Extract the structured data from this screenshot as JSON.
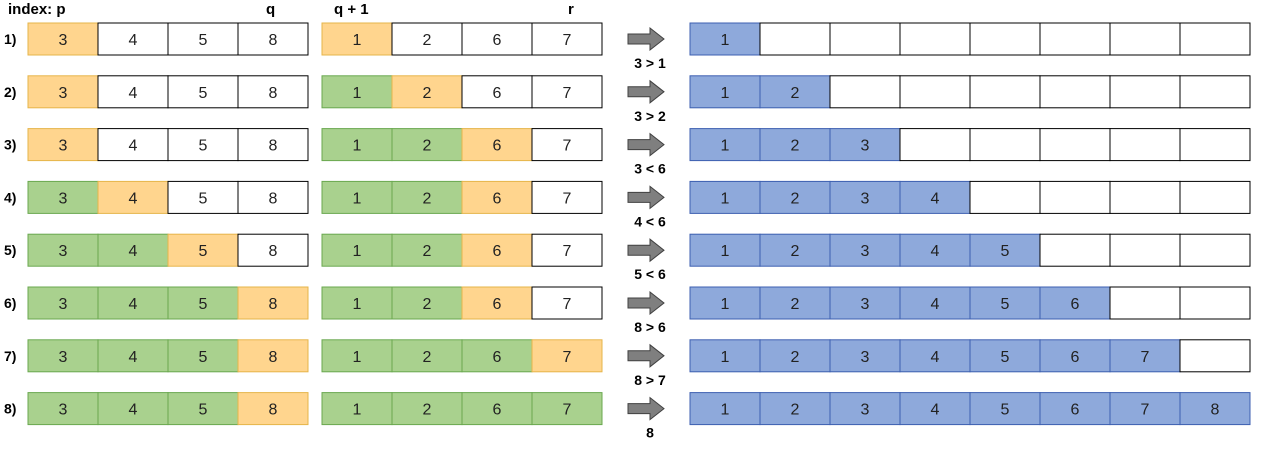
{
  "headers": {
    "index_p": "index: p",
    "q": "q",
    "q_plus_1": "q + 1",
    "r": "r"
  },
  "colors": {
    "current": "#ffd58e",
    "current_border": "#e6b54a",
    "done": "#a9d18e",
    "done_border": "#6aa84f",
    "result": "#8ea9db",
    "result_border": "#3c5fb0",
    "empty_border": "#000000",
    "arrow_fill": "#7f7f7f",
    "arrow_stroke": "#404040"
  },
  "left_values": [
    "3",
    "4",
    "5",
    "8"
  ],
  "right_values": [
    "1",
    "2",
    "6",
    "7"
  ],
  "result_values": [
    "1",
    "2",
    "3",
    "4",
    "5",
    "6",
    "7",
    "8"
  ],
  "steps": [
    {
      "label": "1)",
      "left_states": [
        "current",
        "plain",
        "plain",
        "plain"
      ],
      "right_states": [
        "current",
        "plain",
        "plain",
        "plain"
      ],
      "filled": 1,
      "comparison": "3 > 1"
    },
    {
      "label": "2)",
      "left_states": [
        "current",
        "plain",
        "plain",
        "plain"
      ],
      "right_states": [
        "done",
        "current",
        "plain",
        "plain"
      ],
      "filled": 2,
      "comparison": "3 > 2"
    },
    {
      "label": "3)",
      "left_states": [
        "current",
        "plain",
        "plain",
        "plain"
      ],
      "right_states": [
        "done",
        "done",
        "current",
        "plain"
      ],
      "filled": 3,
      "comparison": "3 < 6"
    },
    {
      "label": "4)",
      "left_states": [
        "done",
        "current",
        "plain",
        "plain"
      ],
      "right_states": [
        "done",
        "done",
        "current",
        "plain"
      ],
      "filled": 4,
      "comparison": "4 < 6"
    },
    {
      "label": "5)",
      "left_states": [
        "done",
        "done",
        "current",
        "plain"
      ],
      "right_states": [
        "done",
        "done",
        "current",
        "plain"
      ],
      "filled": 5,
      "comparison": "5 < 6"
    },
    {
      "label": "6)",
      "left_states": [
        "done",
        "done",
        "done",
        "current"
      ],
      "right_states": [
        "done",
        "done",
        "current",
        "plain"
      ],
      "filled": 6,
      "comparison": "8 > 6"
    },
    {
      "label": "7)",
      "left_states": [
        "done",
        "done",
        "done",
        "current"
      ],
      "right_states": [
        "done",
        "done",
        "done",
        "current"
      ],
      "filled": 7,
      "comparison": "8 > 7"
    },
    {
      "label": "8)",
      "left_states": [
        "done",
        "done",
        "done",
        "current"
      ],
      "right_states": [
        "done",
        "done",
        "done",
        "done"
      ],
      "filled": 8,
      "comparison": "8"
    }
  ]
}
